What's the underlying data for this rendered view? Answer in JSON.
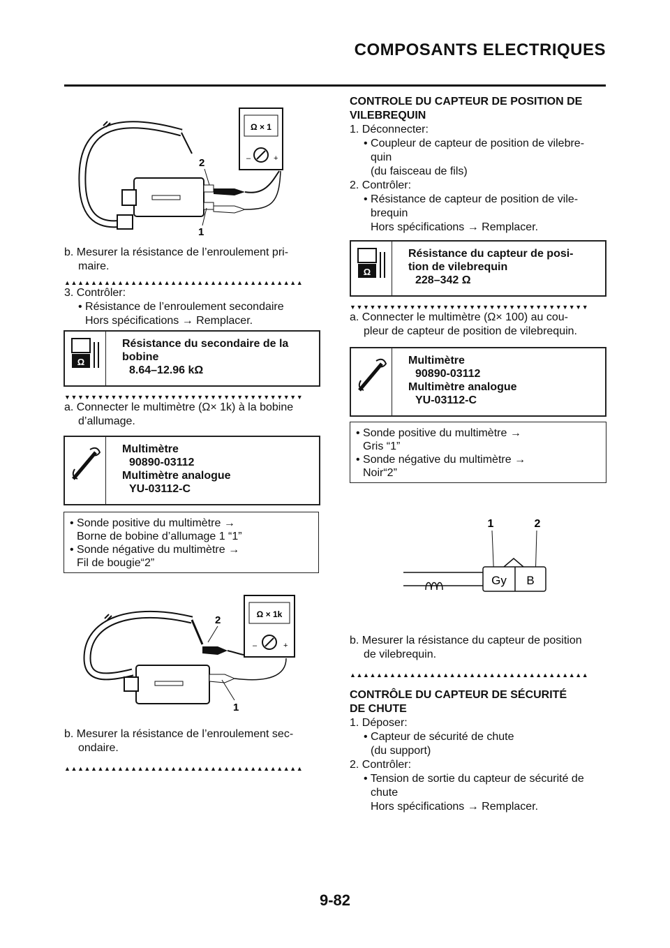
{
  "header": {
    "title": "COMPOSANTS ELECTRIQUES"
  },
  "left": {
    "diagram1": {
      "meter_label": "Ω × 1",
      "callout_1": "1",
      "callout_2": "2"
    },
    "step_b1": "b. Mesurer la résistance de l’enroulement pri-maire.",
    "step_b1_l1": "b.  Mesurer la résistance de l’enroulement pri-",
    "step_b1_l2": "maire.",
    "step3": "3. Contrôler:",
    "bullet_sec": "• Résistance de l’enroulement secondaire",
    "out_of_spec": "Hors spécifications → Remplacer.",
    "spec_box": {
      "title_l1": "Résistance du secondaire de la",
      "title_l2": "bobine",
      "value": "8.64–12.96 kΩ"
    },
    "step_a": "a.  Connecter le multimètre (Ω× 1k) à la bobine",
    "step_a_l2": "d’allumage.",
    "tool_box": {
      "name": "Multimètre",
      "code": "90890-03112",
      "name2": "Multimètre analogue",
      "code2": "YU-03112-C"
    },
    "note": {
      "l1": "• Sonde positive du multimètre →",
      "l2": "Borne de bobine d’allumage 1 “1”",
      "l3": "• Sonde négative du multimètre →",
      "l4": "Fil de bougie“2”"
    },
    "diagram2": {
      "meter_label": "Ω × 1k",
      "callout_1": "1",
      "callout_2": "2"
    },
    "step_b2_l1": "b.  Mesurer la résistance de l’enroulement sec-",
    "step_b2_l2": "ondaire."
  },
  "right": {
    "heading1_l1": "CONTROLE DU CAPTEUR DE POSITION DE",
    "heading1_l2": "VILEBREQUIN",
    "step1": "1.  Déconnecter:",
    "bullet1_l1": "• Coupleur de capteur de position de vilebre-",
    "bullet1_l2": "quin",
    "bullet1_l3": "(du faisceau de fils)",
    "step2": "2.  Contrôler:",
    "bullet2_l1": "• Résistance de capteur de position de vile-",
    "bullet2_l2": "brequin",
    "out_of_spec": "Hors spécifications → Remplacer.",
    "spec_box": {
      "title_l1": "Résistance du capteur de posi-",
      "title_l2": "tion de vilebrequin",
      "value": "228–342 Ω"
    },
    "step_a_l1": "a.  Connecter le multimètre (Ω× 100) au cou-",
    "step_a_l2": "pleur de capteur de position de vilebrequin.",
    "tool_box": {
      "name": "Multimètre",
      "code": "90890-03112",
      "name2": "Multimètre analogue",
      "code2": "YU-03112-C"
    },
    "note": {
      "l1": "• Sonde positive du multimètre →",
      "l2": "Gris “1”",
      "l3": "• Sonde négative du multimètre →",
      "l4": "Noir“2”"
    },
    "connector": {
      "callout_1": "1",
      "callout_2": "2",
      "pin1": "Gy",
      "pin2": "B"
    },
    "step_b_l1": "b.  Mesurer la résistance du capteur de position",
    "step_b_l2": "de vilebrequin.",
    "heading2_l1": "CONTRÔLE DU CAPTEUR DE SÉCURITÉ",
    "heading2_l2": "DE CHUTE",
    "step1b": "1.  Déposer:",
    "bullet3_l1": "• Capteur de sécurité de chute",
    "bullet3_l2": "(du support)",
    "step2b": "2.  Contrôler:",
    "bullet4_l1": "• Tension de sortie du capteur de sécurité de",
    "bullet4_l2": "chute",
    "out_of_spec2": "Hors spécifications → Remplacer."
  },
  "footer": {
    "page": "9-82"
  }
}
